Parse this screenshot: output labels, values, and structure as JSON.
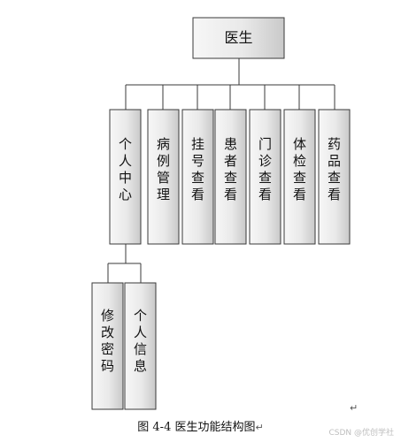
{
  "diagram": {
    "root": {
      "label": "医生"
    },
    "children": [
      {
        "label": "个人中心",
        "children": [
          {
            "label": "修改密码"
          },
          {
            "label": "个人信息"
          }
        ]
      },
      {
        "label": "病例管理"
      },
      {
        "label": "挂号查看"
      },
      {
        "label": "患者查看"
      },
      {
        "label": "门诊查看"
      },
      {
        "label": "体检查看"
      },
      {
        "label": "药品查看"
      }
    ]
  },
  "caption": "图 4-4  医生功能结构图",
  "return_mark": "↵",
  "stray_mark": "↵",
  "watermark": "CSDN @优创学社"
}
